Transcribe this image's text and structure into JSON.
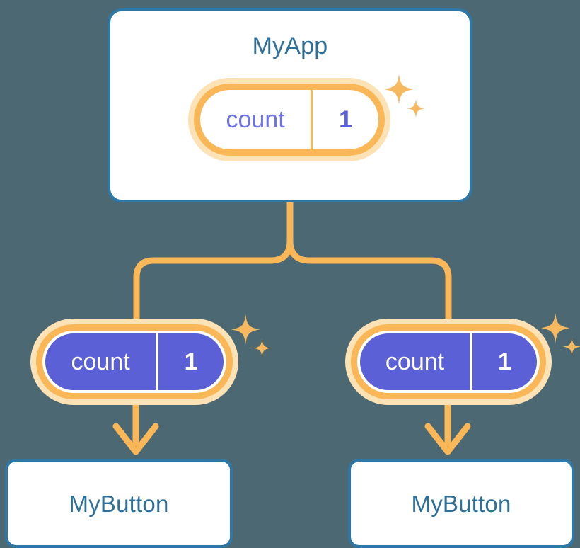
{
  "diagram": {
    "title": "React context / state propagation tree",
    "background_color": "#4c6973"
  },
  "colors": {
    "page_background": "#4c6973",
    "card_border": "#2e78a8",
    "card_title_text": "#2e7098",
    "card_fill": "#ffffff",
    "pill_ring": "#f9b757",
    "pill_glow": "#fce2b4",
    "pill_solid_fill": "#5b60d6",
    "pill_light_key_text": "#6f72e8",
    "pill_light_value_text": "#5a5ee0",
    "pill_solid_text": "#ffffff",
    "connector": "#f9b757",
    "sparkle": "#f7b95f"
  },
  "nodes": {
    "root_card": {
      "title": "MyApp",
      "state_pill": {
        "key": "count",
        "value": "1",
        "style": "light"
      },
      "sparkle": "sparkle-icon"
    },
    "left_branch": {
      "state_pill": {
        "key": "count",
        "value": "1",
        "style": "solid"
      },
      "sparkle": "sparkle-icon",
      "arrow": "arrow-down-icon",
      "card": {
        "title": "MyButton"
      }
    },
    "right_branch": {
      "state_pill": {
        "key": "count",
        "value": "1",
        "style": "solid"
      },
      "sparkle": "sparkle-icon",
      "arrow": "arrow-down-icon",
      "card": {
        "title": "MyButton"
      }
    }
  },
  "connectors": {
    "trunk": "vertical-connector-from-root",
    "fork": "forked-connector-to-branches",
    "left_arrow": "arrow-down-to-left-button",
    "right_arrow": "arrow-down-to-right-button"
  }
}
